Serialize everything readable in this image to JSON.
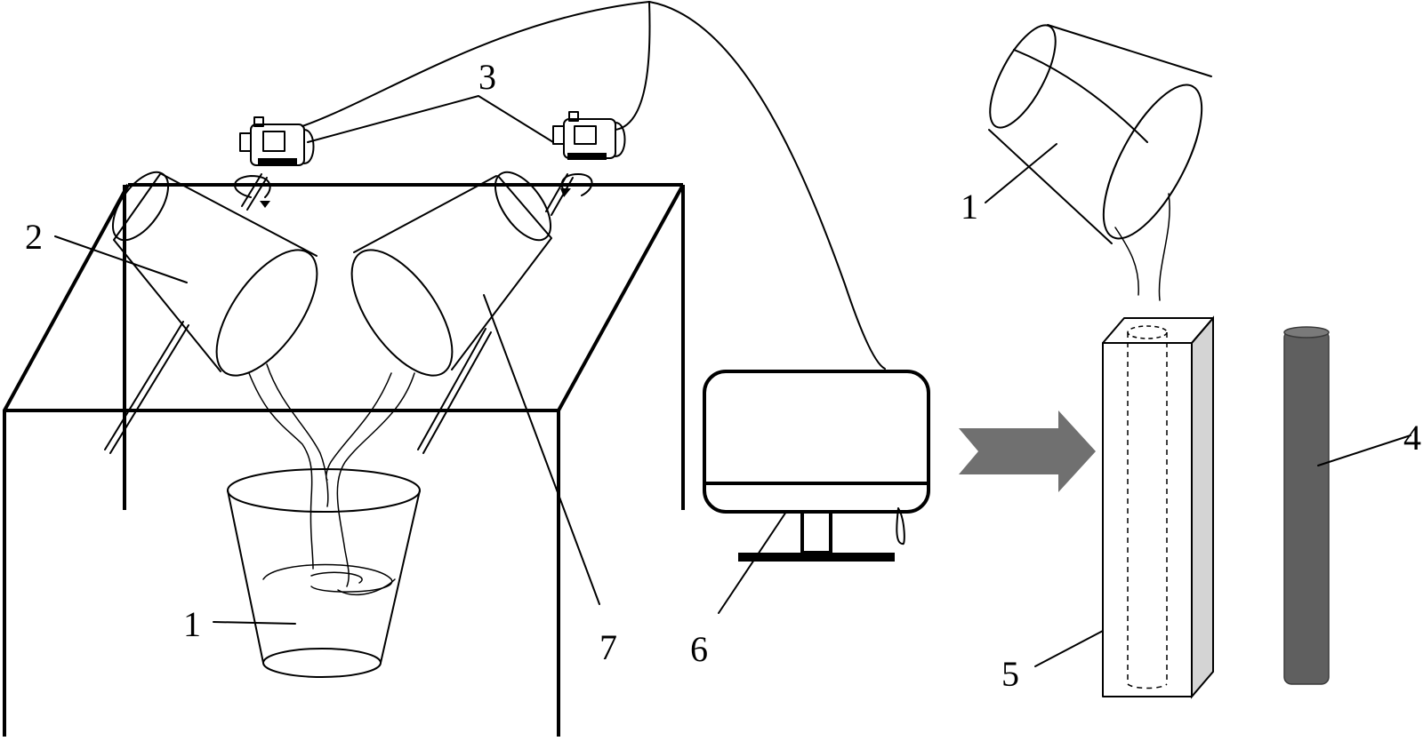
{
  "labels": {
    "cup_left": "1",
    "cup_right": "1",
    "pour_container": "2",
    "motors": "3",
    "rod": "4",
    "mold": "5",
    "controller": "6",
    "pour_container_2": "7"
  },
  "colors": {
    "stroke": "#000000",
    "arrow": "#707070",
    "rod_fill": "#5f5f5f",
    "mold_side": "#d4d4d4",
    "background": "#ffffff"
  }
}
